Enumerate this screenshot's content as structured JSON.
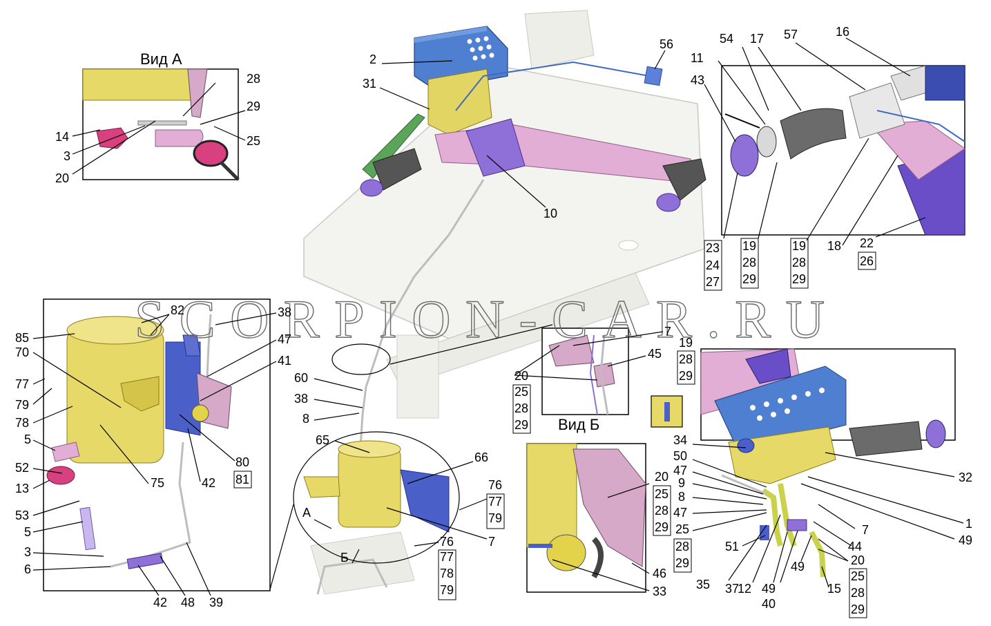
{
  "watermark": "SCORPION-CAR.RU",
  "view_a": {
    "title": "Вид А"
  },
  "view_b": {
    "title": "Вид Б"
  },
  "markers": {
    "a": "А",
    "b": "Б"
  },
  "labels": {
    "l2": "2",
    "l31": "31",
    "l56": "56",
    "l10": "10",
    "l54": "54",
    "l17": "17",
    "l57": "57",
    "l16": "16",
    "l11": "11",
    "l43": "43",
    "l23": "23",
    "l24": "24",
    "l27": "27",
    "l19a": "19",
    "l28a": "28",
    "l29a": "29",
    "l19b": "19",
    "l28b": "28",
    "l29b": "29",
    "l18": "18",
    "l22": "22",
    "l26": "26",
    "va28": "28",
    "va29": "29",
    "va25": "25",
    "va14": "14",
    "va3": "3",
    "va20": "20",
    "d82": "82",
    "d38": "38",
    "d85": "85",
    "d70": "70",
    "d47": "47",
    "d41": "41",
    "d77": "77",
    "d79": "79",
    "d78": "78",
    "d5a": "5",
    "d52": "52",
    "d13": "13",
    "d75": "75",
    "d42a": "42",
    "d80": "80",
    "d81": "81",
    "d53": "53",
    "d5b": "5",
    "d3": "3",
    "d6": "6",
    "d42b": "42",
    "d48": "48",
    "d39": "39",
    "c60": "60",
    "c38": "38",
    "c8": "8",
    "c65": "65",
    "c66": "66",
    "c76a": "76",
    "c77a": "77",
    "c79a": "79",
    "c7": "7",
    "c76b": "76",
    "c77b": "77",
    "c78b": "78",
    "c79b": "79",
    "vb7": "7",
    "vb45": "45",
    "vb20": "20",
    "vb25": "25",
    "vb28": "28",
    "vb29": "29",
    "r19": "19",
    "r28": "28",
    "r29": "29",
    "r34": "34",
    "r50": "50",
    "r47a": "47",
    "r9": "9",
    "r8": "8",
    "r47b": "47",
    "r25a": "25",
    "r28a": "28",
    "r29a": "29",
    "r51": "51",
    "r35": "35",
    "r37": "37",
    "r12": "12",
    "r49a": "49",
    "r40": "40",
    "r49b": "49",
    "r15": "15",
    "r20a": "20",
    "r25b": "25",
    "r28b": "28",
    "r29b": "29",
    "r44": "44",
    "r7": "7",
    "r32": "32",
    "r1": "1",
    "r49c": "49",
    "e20": "20",
    "e25": "25",
    "e28": "28",
    "e29": "29",
    "e46": "46",
    "e33": "33"
  }
}
